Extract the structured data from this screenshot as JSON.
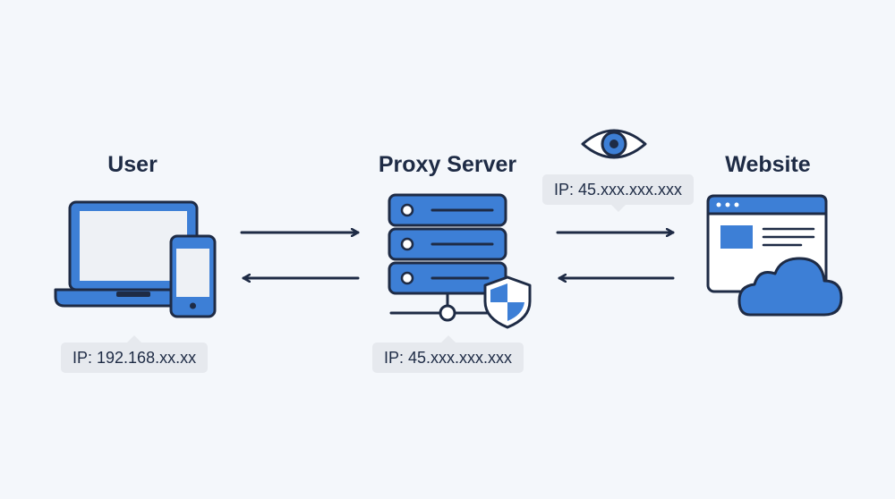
{
  "nodes": {
    "user": {
      "title": "User",
      "ip": "IP: 192.168.xx.xx"
    },
    "proxy": {
      "title": "Proxy Server",
      "ip": "IP: 45.xxx.xxx.xxx"
    },
    "website": {
      "title": "Website"
    }
  },
  "observed_ip": "IP: 45.xxx.xxx.xxx",
  "icons": [
    "laptop-icon",
    "phone-icon",
    "server-icon",
    "shield-icon",
    "eye-icon",
    "browser-window-icon",
    "cloud-icon"
  ],
  "colors": {
    "primary": "#3d7fd6",
    "stroke": "#1e2b45",
    "light": "#e6e9ee",
    "background": "#f4f7fb"
  }
}
